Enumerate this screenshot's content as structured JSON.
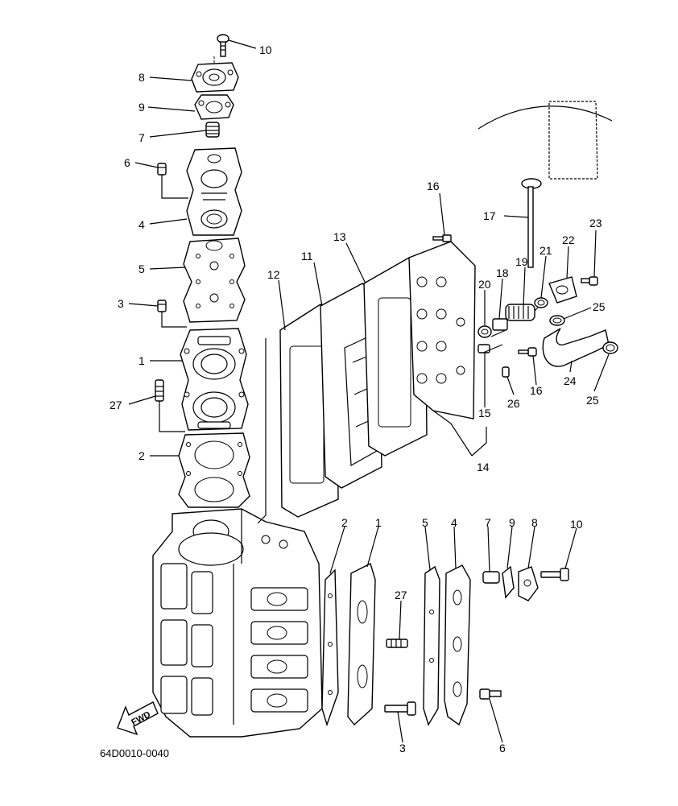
{
  "diagram": {
    "drawing_code": "64D0010-0040",
    "direction_marker": "FWD",
    "callouts": {
      "top": {
        "c10": "10",
        "c8": "8",
        "c9": "9",
        "c7": "7",
        "c6": "6",
        "c4": "4",
        "c5": "5",
        "c3": "3",
        "c1": "1",
        "c27": "27",
        "c2": "2",
        "c16a": "16",
        "c17": "17",
        "c23": "23",
        "c13": "13",
        "c11": "11",
        "c12": "12",
        "c22": "22",
        "c21": "21",
        "c19": "19",
        "c18": "18",
        "c20": "20",
        "c25a": "25",
        "c16b": "16",
        "c24": "24",
        "c25b": "25",
        "c26": "26",
        "c15": "15",
        "c14": "14"
      },
      "bottom": {
        "c2": "2",
        "c1": "1",
        "c5": "5",
        "c4": "4",
        "c7": "7",
        "c9": "9",
        "c8": "8",
        "c10": "10",
        "c27": "27",
        "c3": "3",
        "c6": "6"
      }
    }
  }
}
